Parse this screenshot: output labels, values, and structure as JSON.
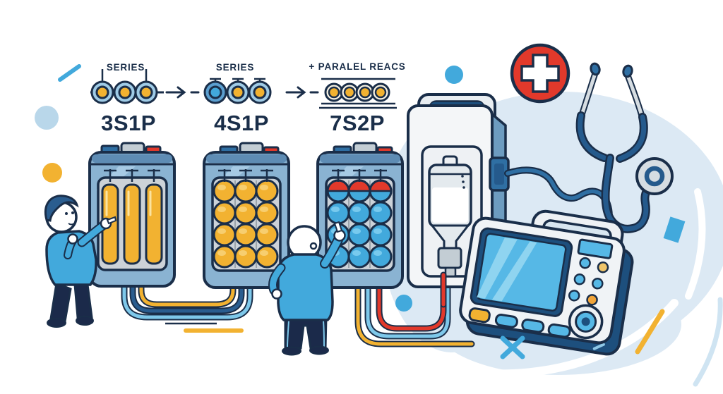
{
  "scene": {
    "labels": {
      "series1": "SERIES",
      "series2": "SERIES",
      "parallel": "+ PARALEL REACS",
      "code1": "3S1P",
      "code2": "4S1P",
      "code3": "7S2P"
    },
    "colors": {
      "accent_blue": "#42a9dc",
      "navy_outline": "#1a2e49",
      "deep_blue": "#1d4f7d",
      "steel_blue_case": "#8ab3d2",
      "panel_gray": "#ccd2d8",
      "yellow": "#f2b231",
      "red": "#e2392b",
      "bg_blob": "#dce9f4",
      "screen_blue": "#56b8e6"
    },
    "icons": [
      "medical-cross-icon",
      "stethoscope-icon",
      "iv-infusion-pump",
      "patient-monitor",
      "battery-pack-3s1p",
      "battery-pack-4s1p",
      "battery-pack-7s2p"
    ]
  }
}
